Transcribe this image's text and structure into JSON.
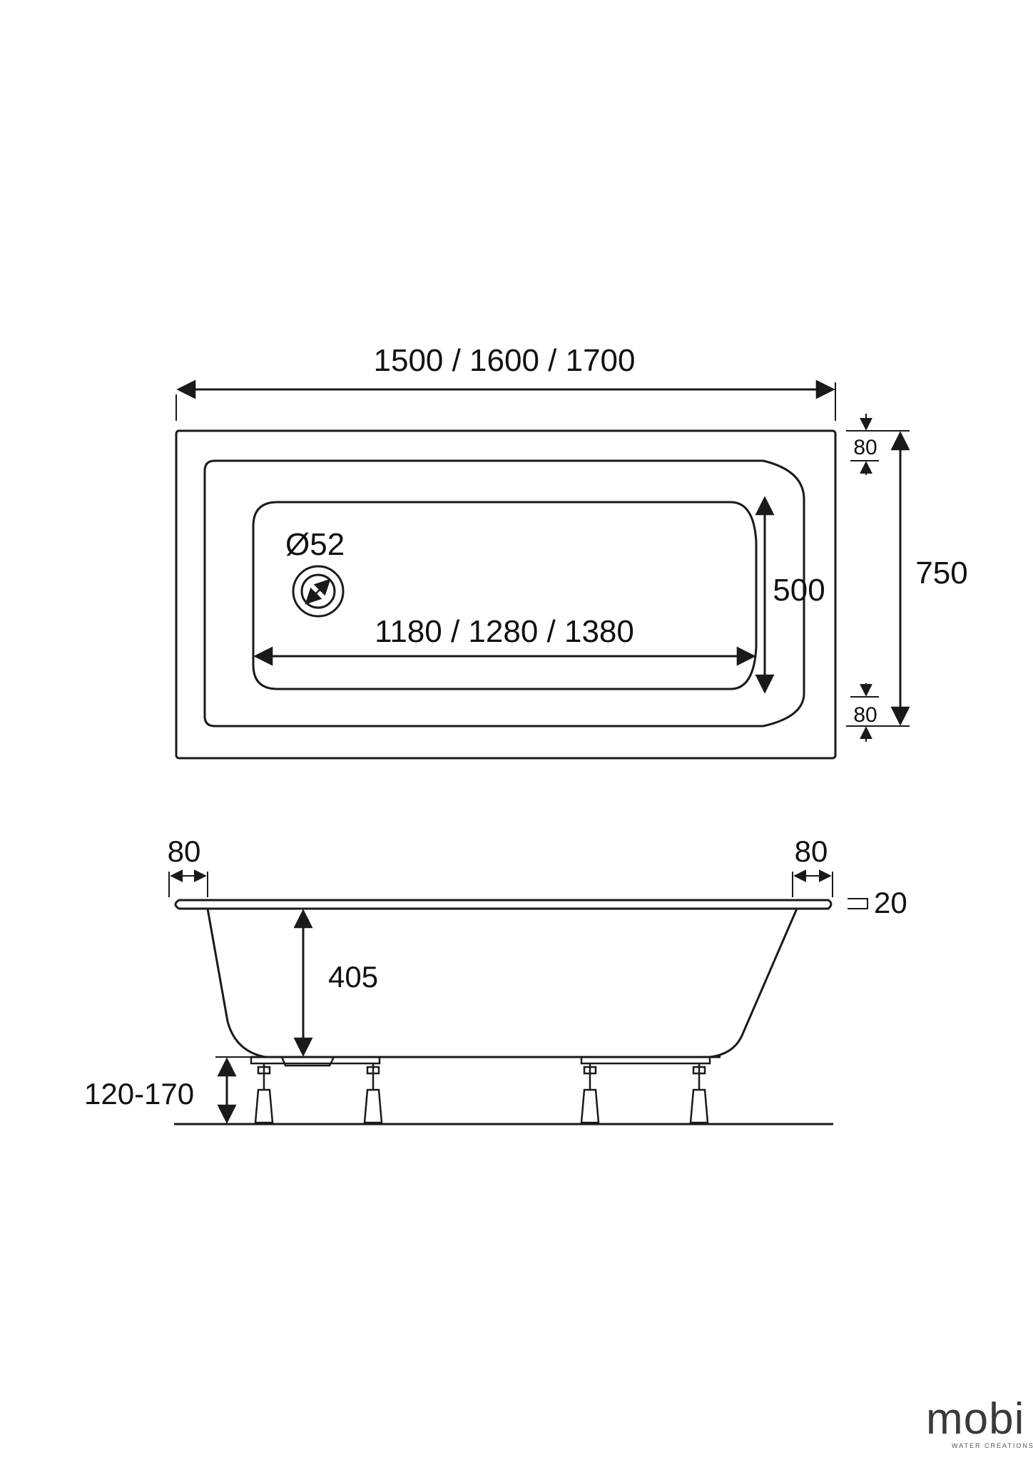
{
  "colors": {
    "line": "#1a1a1a",
    "background": "#ffffff",
    "brand": "#3a3a3a"
  },
  "top_view": {
    "overall_length": "1500 / 1600 / 1700",
    "overall_width": "750",
    "rim_top": "80",
    "rim_bottom": "80",
    "drain_diameter": "Ø52",
    "inner_width": "500",
    "inner_length": "1180 / 1280 / 1380"
  },
  "side_view": {
    "rim_left": "80",
    "rim_right": "80",
    "rim_thickness": "20",
    "depth": "405",
    "leg_height": "120-170"
  },
  "brand": {
    "name": "mobi",
    "tagline": "WATER CREATIONS"
  }
}
